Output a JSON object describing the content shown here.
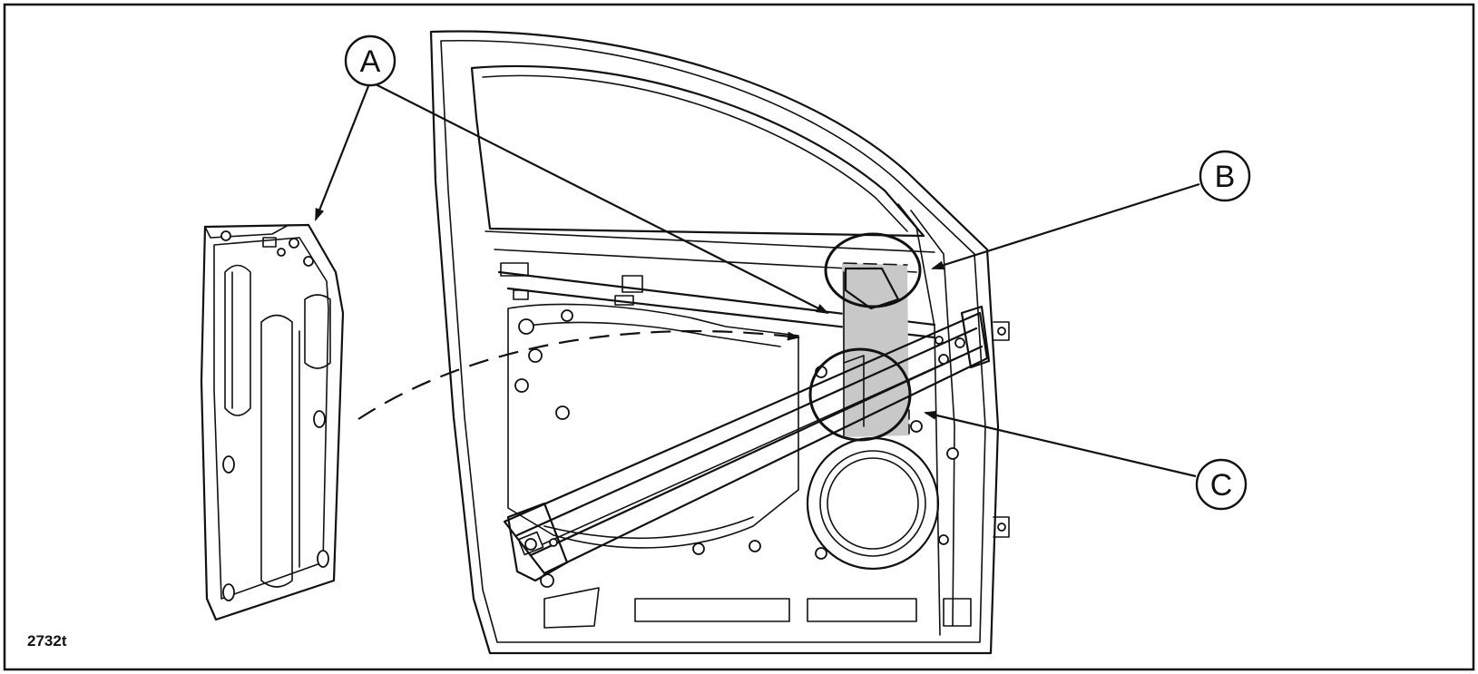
{
  "figure_id": "2732t",
  "callouts": [
    {
      "id": "A",
      "label": "A"
    },
    {
      "id": "B",
      "label": "B"
    },
    {
      "id": "C",
      "label": "C"
    }
  ],
  "colors": {
    "line": "#111111",
    "shaded_area": "#c8c8c8",
    "background": "#ffffff"
  }
}
